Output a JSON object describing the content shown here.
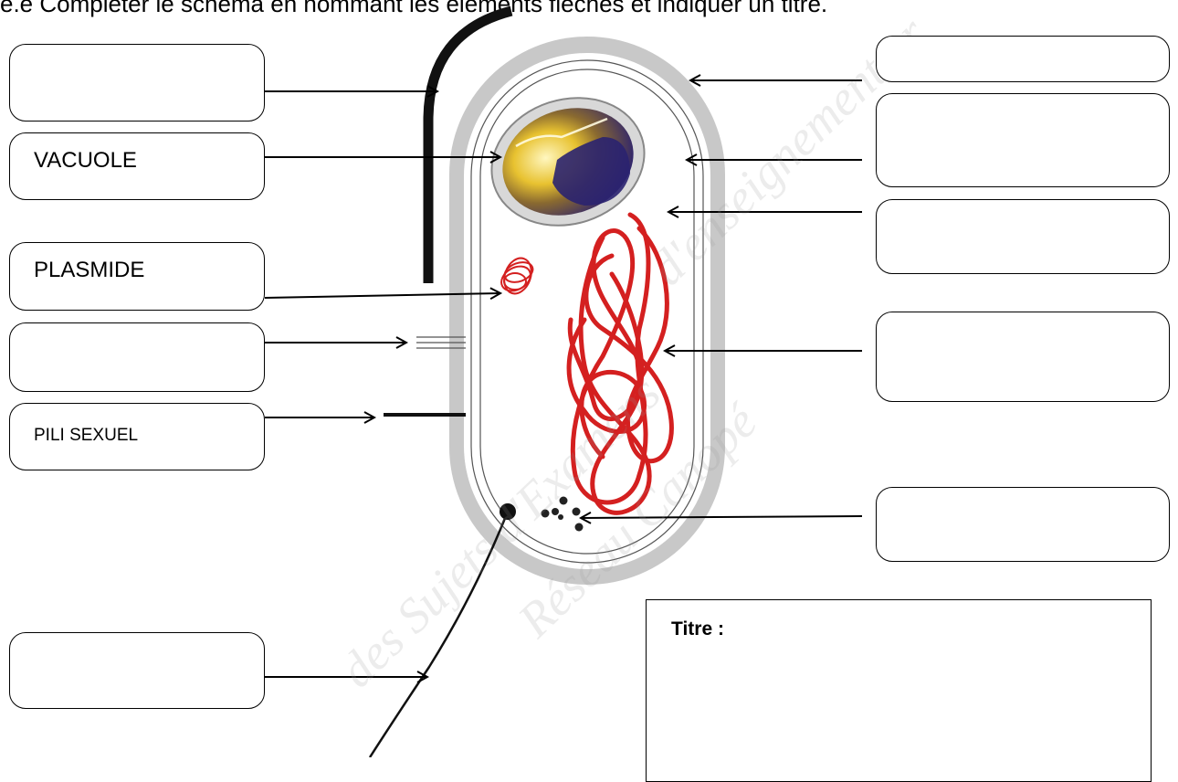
{
  "instruction": "e.e Compléter le schéma en nommant les éléments fléchés et indiquer un titre.",
  "labels": {
    "vacuole": "VACUOLE",
    "plasmide": "PLASMIDE",
    "pili_sexuel": "PILI SEXUEL"
  },
  "title_box": {
    "label": "Titre :"
  },
  "watermarks": {
    "line1": "des Sujets d'Examens",
    "line2": "Réseau Canopé",
    "line3": "d'enseignement pr",
    "line4": "enseignement pr"
  },
  "colors": {
    "capsule": "#c8c8c8",
    "dna": "#d42020",
    "vacuole_fill": "#3a2a7a",
    "vacuole_glow": "#e8c230"
  }
}
